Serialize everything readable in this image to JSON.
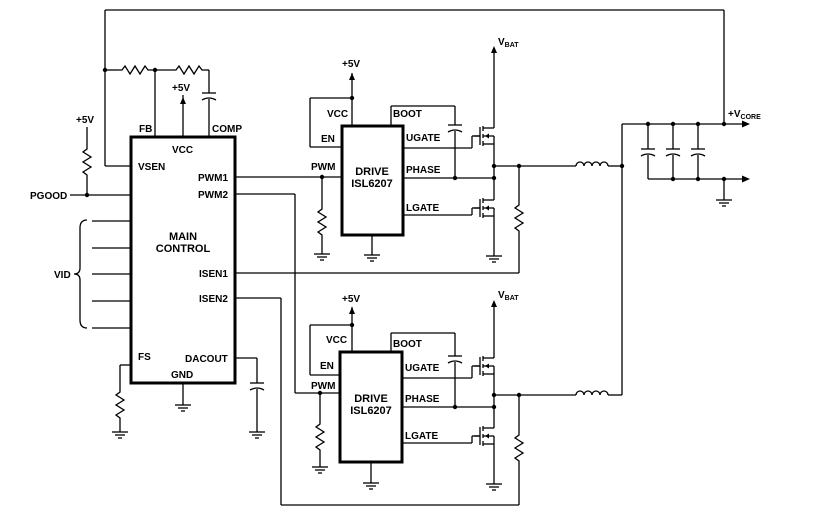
{
  "main_control": {
    "title_line1": "MAIN",
    "title_line2": "CONTROL",
    "pins": {
      "fb": "FB",
      "vcc": "VCC",
      "comp": "COMP",
      "vsen": "VSEN",
      "pwm1": "PWM1",
      "pwm2": "PWM2",
      "isen1": "ISEN1",
      "isen2": "ISEN2",
      "fs": "FS",
      "dacout": "DACOUT",
      "gnd": "GND"
    }
  },
  "external": {
    "plus5v": "+5V",
    "pgood": "PGOOD",
    "vid": "VID",
    "vbat_main": "V",
    "vbat_sub": "BAT",
    "vcore_prefix": "+V",
    "vcore_sub": "CORE"
  },
  "drivers": [
    {
      "title_line1": "DRIVE",
      "title_line2": "ISL6207",
      "pins": {
        "vcc": "VCC",
        "en": "EN",
        "pwm": "PWM",
        "boot": "BOOT",
        "ugate": "UGATE",
        "phase": "PHASE",
        "lgate": "LGATE"
      }
    },
    {
      "title_line1": "DRIVE",
      "title_line2": "ISL6207",
      "pins": {
        "vcc": "VCC",
        "en": "EN",
        "pwm": "PWM",
        "boot": "BOOT",
        "ugate": "UGATE",
        "phase": "PHASE",
        "lgate": "LGATE"
      }
    }
  ]
}
